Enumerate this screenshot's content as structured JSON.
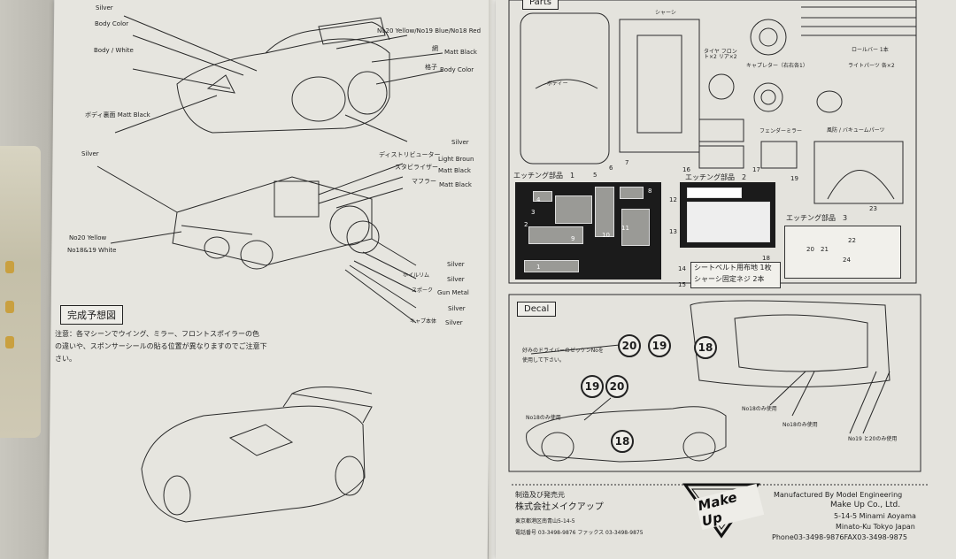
{
  "left_labels": {
    "silver_top": "Silver",
    "body_color": "Body Color",
    "body_white": "Body / White",
    "no20_yellow_blue": "No20 Yellow/No19 Blue/No18 Red",
    "matt_black_jp": "網",
    "matt_black": "Matt Black",
    "body_color_jp": "格子",
    "body_color_r": "Body Color",
    "body_back_jp": "ボディ裏面 Matt Black",
    "silver_mid": "Silver",
    "distributor": "ディストリビューター",
    "light_brown": "Light Broun",
    "stabilizer": "スタビライザー",
    "matt_black_2": "Matt Black",
    "muffler": "マフラー",
    "matt_black_3": "Matt Black",
    "silver_left": "Silver",
    "no20_yellow": "No20 Yellow",
    "no18_19_white": "No18&19 White",
    "silver_r1": "Silver",
    "wheel_rim": "ホイルリム",
    "silver_r2": "Silver",
    "spoke": "スポーク",
    "gun_metal": "Gun Metal",
    "silver_r3": "Silver",
    "cap_body": "キャプ本体",
    "silver_r4": "Silver",
    "completion_title": "完成予想図",
    "note_line1": "注意：各マシーンでウイング、ミラー、フロントスポイラーの色",
    "note_line2": "の違いや、スポンサーシールの貼る位置が異なりますのでご注意下",
    "note_line3": "さい。"
  },
  "right_labels": {
    "parts_title": "Parts",
    "chassis": "シャーシ",
    "body": "ボディー",
    "tire_front_rear": "タイヤ フロント×2 リア×2",
    "cap_front": "キャプレター（右右各1）",
    "fender_mirror": "フェンダーミラー",
    "roll_bar": "ロールバー 1本",
    "light_tube": "ライトパーツ 各×2",
    "vacuum": "風防 / バキュームパーツ",
    "etch1": "エッチング部品　1",
    "etch2": "エッチング部品　2",
    "etch3": "エッチング部品　3",
    "seatbelt": "シートベルト用布地 1枚",
    "chassis_screw": "シャーシ固定ネジ 2本",
    "decal_title": "Decal",
    "driver_note_1": "好みのドライバーのゼッケンNoを",
    "driver_note_2": "使用して下さい。",
    "no18_use_1": "No18のみ使用",
    "no18_use_2": "No18のみ使用",
    "no18_use_3": "No18のみ使用",
    "no19_20_use": "No19 と20のみ使用",
    "decal_20": "20",
    "decal_19": "19",
    "decal_18": "18",
    "decal_19b": "19",
    "decal_20b": "20",
    "decal_18b": "18"
  },
  "etch_numbers": [
    "1",
    "2",
    "3",
    "4",
    "5",
    "6",
    "7",
    "8",
    "9",
    "10",
    "11",
    "12",
    "13",
    "14",
    "15",
    "16",
    "17",
    "18",
    "19",
    "20",
    "21",
    "22",
    "23",
    "24"
  ],
  "footer": {
    "maker_jp": "制造及び発売元",
    "company_jp": "株式会社メイクアップ",
    "address_jp": "東京都港区南青山5-14-5",
    "phone_jp": "電話番号 03-3498-9876 ファックス 03-3498-9875",
    "logo_text": "Make Up",
    "manufactured_by": "Manufactured By Model Engineering",
    "company_en": "Make Up Co., Ltd.",
    "address_en_1": "5-14-5 Minami Aoyama",
    "address_en_2": "Minato-Ku Tokyo Japan",
    "phone_en": "Phone03-3498-9876FAX03-3498-9875"
  }
}
